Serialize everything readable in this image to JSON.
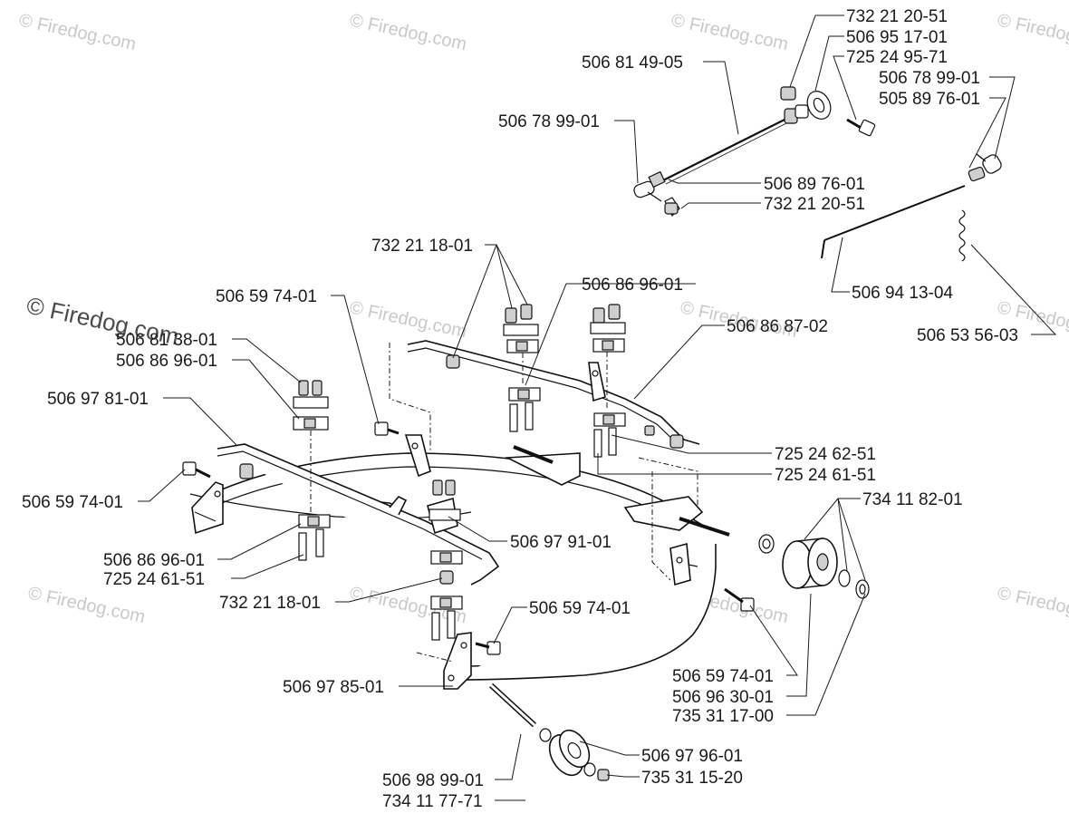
{
  "watermark": {
    "text": "© Firedog.com",
    "dark_text": "© Firedog.com"
  },
  "callouts": [
    {
      "id": "c01",
      "text": "732 21 20-51"
    },
    {
      "id": "c02",
      "text": "506 95 17-01"
    },
    {
      "id": "c03",
      "text": "725 24 95-71"
    },
    {
      "id": "c04",
      "text": "506 81 49-05"
    },
    {
      "id": "c05",
      "text": "506 78 99-01"
    },
    {
      "id": "c06",
      "text": "505 89 76-01"
    },
    {
      "id": "c07",
      "text": "506 78 99-01"
    },
    {
      "id": "c08",
      "text": "506 89 76-01"
    },
    {
      "id": "c09",
      "text": "732 21 20-51"
    },
    {
      "id": "c10",
      "text": "732 21 18-01"
    },
    {
      "id": "c11",
      "text": "506 86 96-01"
    },
    {
      "id": "c12",
      "text": "506 94 13-04"
    },
    {
      "id": "c13",
      "text": "506 59 74-01"
    },
    {
      "id": "c14",
      "text": "506 86 87-02"
    },
    {
      "id": "c15",
      "text": "506 53 56-03"
    },
    {
      "id": "c16",
      "text": "506 81 38-01"
    },
    {
      "id": "c17",
      "text": "506 86 96-01"
    },
    {
      "id": "c18",
      "text": "506 97 81-01"
    },
    {
      "id": "c19",
      "text": "725 24 62-51"
    },
    {
      "id": "c20",
      "text": "725 24 61-51"
    },
    {
      "id": "c21",
      "text": "734 11 82-01"
    },
    {
      "id": "c22",
      "text": "506 59 74-01"
    },
    {
      "id": "c23",
      "text": "506 97 91-01"
    },
    {
      "id": "c24",
      "text": "506 86 96-01"
    },
    {
      "id": "c25",
      "text": "725 24 61-51"
    },
    {
      "id": "c26",
      "text": "732 21 18-01"
    },
    {
      "id": "c27",
      "text": "506 59 74-01"
    },
    {
      "id": "c28",
      "text": "506 97 85-01"
    },
    {
      "id": "c29",
      "text": "506 59 74-01"
    },
    {
      "id": "c30",
      "text": "506 96 30-01"
    },
    {
      "id": "c31",
      "text": "735 31 17-00"
    },
    {
      "id": "c32",
      "text": "506 97 96-01"
    },
    {
      "id": "c33",
      "text": "735 31 15-20"
    },
    {
      "id": "c34",
      "text": "506 98 99-01"
    },
    {
      "id": "c35",
      "text": "734 11 77-71"
    }
  ]
}
